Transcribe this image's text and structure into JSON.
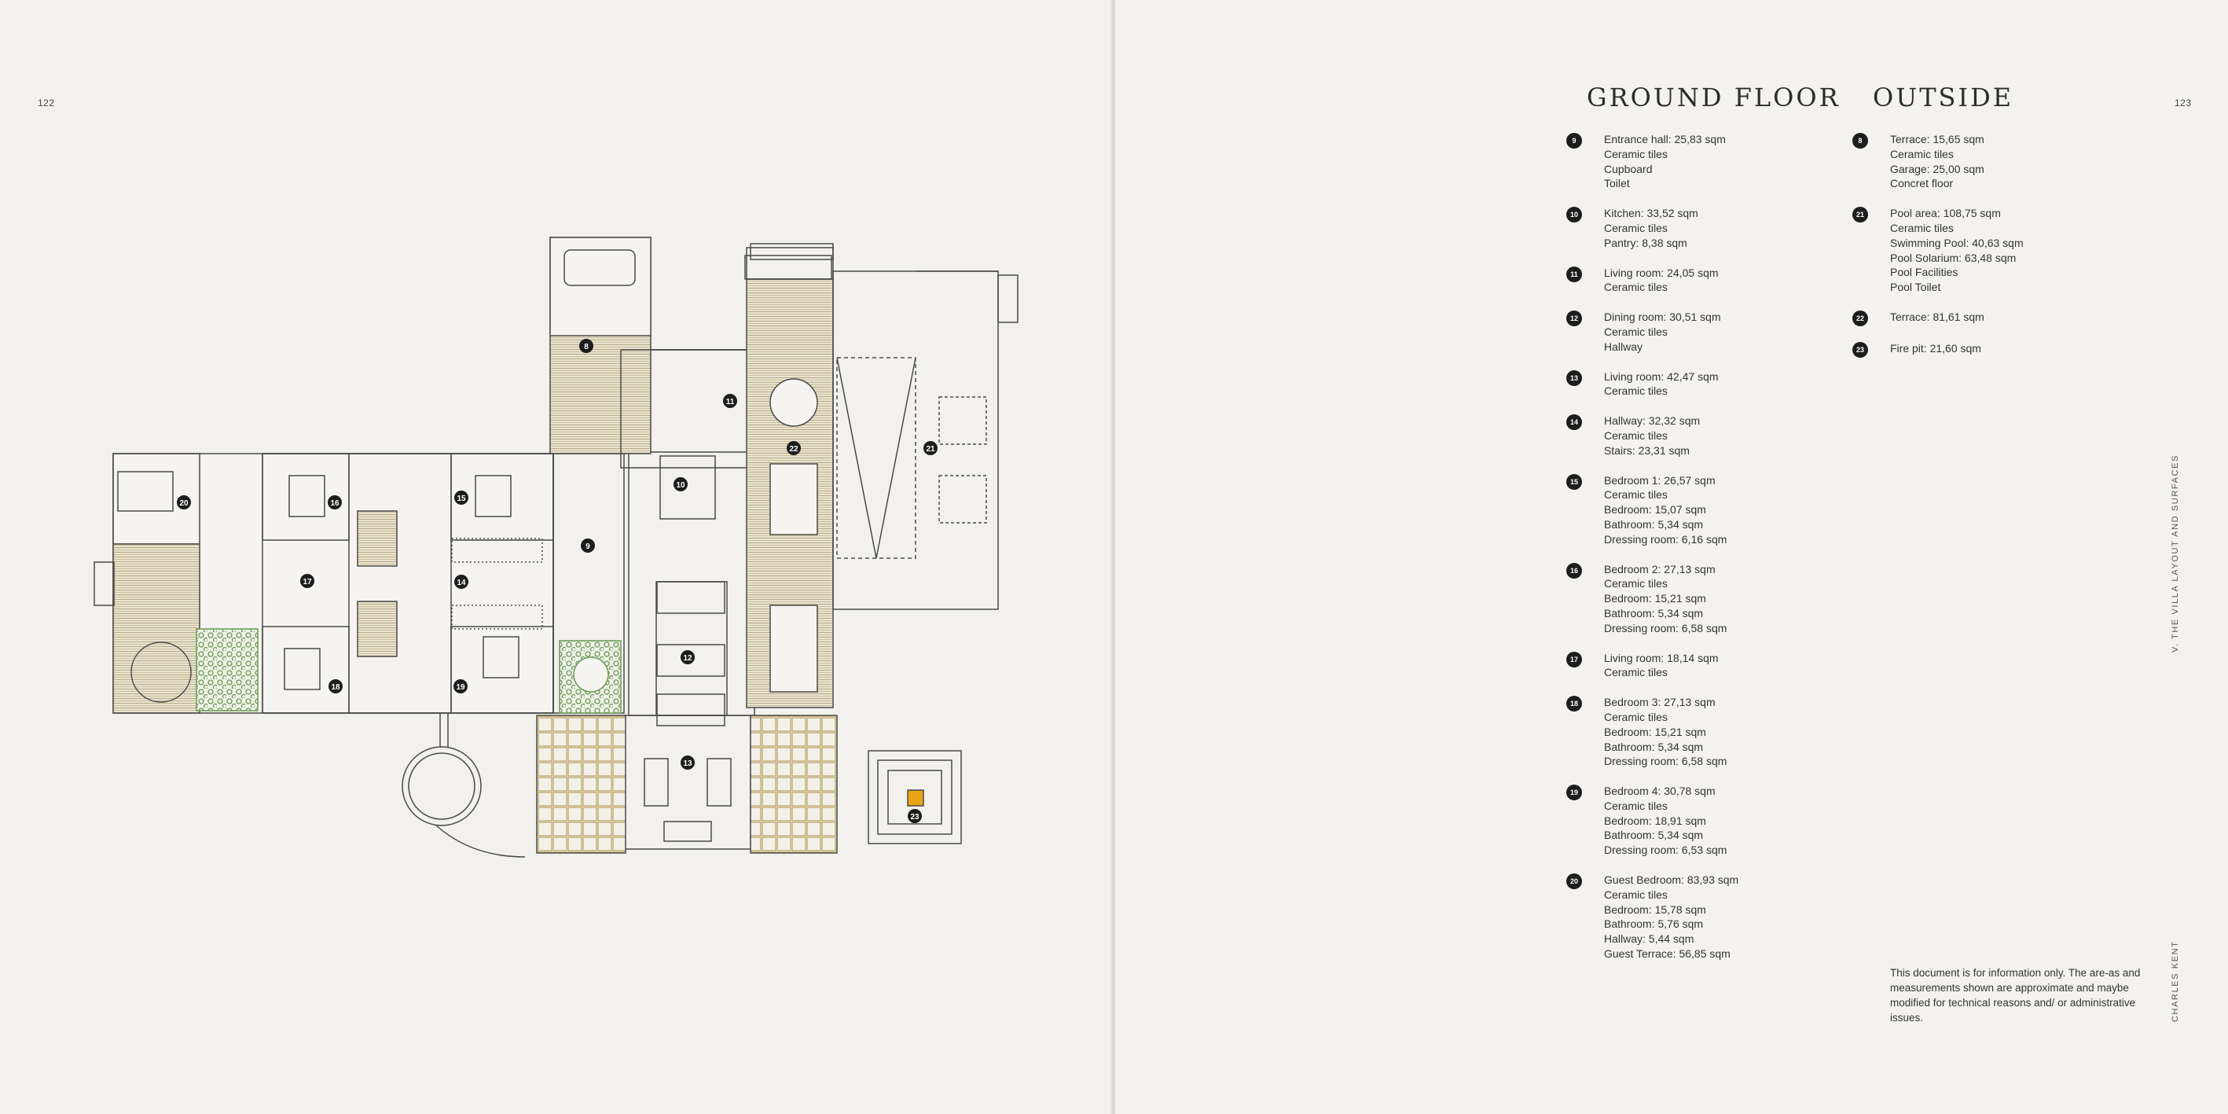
{
  "pages": {
    "left_number": "122",
    "right_number": "123"
  },
  "ground_floor": {
    "heading": "GROUND FLOOR",
    "rooms": [
      {
        "num": "9",
        "lines": [
          "Entrance hall: 25,83 sqm",
          "Ceramic tiles",
          "Cupboard",
          "Toilet"
        ]
      },
      {
        "num": "10",
        "lines": [
          "Kitchen: 33,52 sqm",
          "Ceramic tiles",
          "Pantry: 8,38 sqm"
        ]
      },
      {
        "num": "11",
        "lines": [
          "Living room: 24,05 sqm",
          "Ceramic tiles"
        ]
      },
      {
        "num": "12",
        "lines": [
          "Dining room: 30,51 sqm",
          "Ceramic tiles",
          "Hallway"
        ]
      },
      {
        "num": "13",
        "lines": [
          "Living room: 42,47 sqm",
          "Ceramic tiles"
        ]
      },
      {
        "num": "14",
        "lines": [
          "Hallway: 32,32 sqm",
          "Ceramic tiles",
          "Stairs: 23,31 sqm"
        ]
      },
      {
        "num": "15",
        "lines": [
          "Bedroom 1: 26,57 sqm",
          "Ceramic tiles",
          "Bedroom: 15,07 sqm",
          "Bathroom: 5,34 sqm",
          "Dressing room: 6,16 sqm"
        ]
      },
      {
        "num": "16",
        "lines": [
          "Bedroom 2: 27,13 sqm",
          "Ceramic tiles",
          "Bedroom: 15,21 sqm",
          "Bathroom: 5,34 sqm",
          "Dressing room: 6,58 sqm"
        ]
      },
      {
        "num": "17",
        "lines": [
          "Living room: 18,14 sqm",
          "Ceramic tiles"
        ]
      },
      {
        "num": "18",
        "lines": [
          "Bedroom 3: 27,13 sqm",
          "Ceramic tiles",
          "Bedroom: 15,21 sqm",
          "Bathroom: 5,34 sqm",
          "Dressing room: 6,58 sqm"
        ]
      },
      {
        "num": "19",
        "lines": [
          "Bedroom 4: 30,78 sqm",
          "Ceramic tiles",
          "Bedroom: 18,91 sqm",
          "Bathroom: 5,34 sqm",
          "Dressing room: 6,53 sqm"
        ]
      },
      {
        "num": "20",
        "lines": [
          "Guest Bedroom: 83,93 sqm",
          "Ceramic tiles",
          "Bedroom: 15,78 sqm",
          "Bathroom: 5,76 sqm",
          "Hallway: 5,44 sqm",
          "Guest Terrace: 56,85 sqm"
        ]
      }
    ]
  },
  "outside": {
    "heading": "OUTSIDE",
    "rooms": [
      {
        "num": "8",
        "lines": [
          "Terrace: 15,65 sqm",
          "Ceramic tiles",
          "Garage: 25,00 sqm",
          "Concret floor"
        ]
      },
      {
        "num": "21",
        "lines": [
          "Pool area: 108,75 sqm",
          "Ceramic tiles",
          "Swimming Pool: 40,63 sqm",
          "Pool Solarium: 63,48 sqm",
          "Pool Facilities",
          "Pool Toilet"
        ]
      },
      {
        "num": "22",
        "lines": [
          "Terrace: 81,61 sqm"
        ]
      },
      {
        "num": "23",
        "lines": [
          "Fire pit: 21,60 sqm"
        ]
      }
    ]
  },
  "disclaimer": "This document is for information only. The are-as and measurements shown are approximate and maybe modified for technical reasons and/ or administrative issues.",
  "side_labels": {
    "chapter": "V. THE VILLA LAYOUT AND SURFACES",
    "brand": "CHARLES KENT"
  },
  "plan_labels": [
    "8",
    "9",
    "10",
    "11",
    "12",
    "13",
    "14",
    "15",
    "16",
    "17",
    "18",
    "19",
    "20",
    "21",
    "22",
    "23"
  ],
  "colors": {
    "paper": "#f2f1ed",
    "line": "#4a4a4a",
    "wood": "#cbbf9e",
    "tile": "#c8b47c",
    "garden": "#7fa46a",
    "firepit": "#e8a317",
    "badge": "#1d1d1d"
  }
}
